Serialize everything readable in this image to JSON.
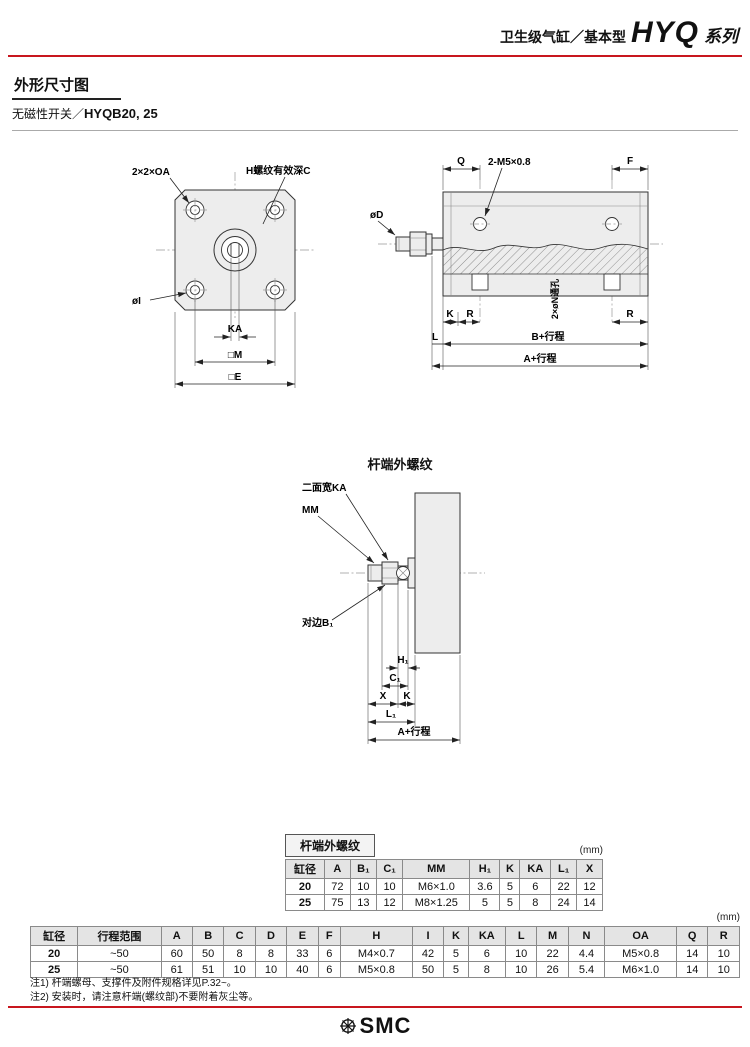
{
  "colors": {
    "accent_red": "#c8161e",
    "table_header_bg": "#e4e4e4"
  },
  "header": {
    "category": "卫生级气缸／基本型",
    "series": "HYQ",
    "series_suffix": "系列"
  },
  "section_title": "外形尺寸图",
  "subtitle": {
    "prefix": "无磁性开关／",
    "model": "HYQB20, 25"
  },
  "front_view": {
    "label_oa": "2×2×OA",
    "label_thread": "H螺纹有效深C",
    "label_i": "øI",
    "dim_ka": "KA",
    "dim_m": "□M",
    "dim_e": "□E"
  },
  "side_view": {
    "dim_q": "Q",
    "label_m5": "2-M5×0.8",
    "dim_f": "F",
    "label_d": "øD",
    "label_n": "2×øN通孔",
    "dim_k": "K",
    "dim_r_left": "R",
    "dim_r_right": "R",
    "dim_l": "L",
    "dim_b_stroke": "B+行程",
    "dim_a_stroke": "A+行程"
  },
  "rod_end_view": {
    "title": "杆端外螺纹",
    "label_ka": "二面宽KA",
    "label_mm": "MM",
    "label_b1": "对边B₁",
    "dim_h1": "H₁",
    "dim_c1": "C₁",
    "dim_x": "X",
    "dim_k": "K",
    "dim_l1": "L₁",
    "dim_a_stroke": "A+行程"
  },
  "table_rod_end": {
    "title": "杆端外螺纹",
    "unit": "(mm)",
    "headers": [
      "缸径",
      "A",
      "B₁",
      "C₁",
      "MM",
      "H₁",
      "K",
      "KA",
      "L₁",
      "X"
    ],
    "rows": [
      [
        "20",
        "72",
        "10",
        "10",
        "M6×1.0",
        "3.6",
        "5",
        "6",
        "22",
        "12"
      ],
      [
        "25",
        "75",
        "13",
        "12",
        "M8×1.25",
        "5",
        "5",
        "8",
        "24",
        "14"
      ]
    ]
  },
  "table_dimensions": {
    "unit": "(mm)",
    "headers": [
      "缸径",
      "行程范围",
      "A",
      "B",
      "C",
      "D",
      "E",
      "F",
      "H",
      "I",
      "K",
      "KA",
      "L",
      "M",
      "N",
      "OA",
      "Q",
      "R"
    ],
    "rows": [
      [
        "20",
        "~50",
        "60",
        "50",
        "8",
        "8",
        "33",
        "6",
        "M4×0.7",
        "42",
        "5",
        "6",
        "10",
        "22",
        "4.4",
        "M5×0.8",
        "14",
        "10"
      ],
      [
        "25",
        "~50",
        "61",
        "51",
        "10",
        "10",
        "40",
        "6",
        "M5×0.8",
        "50",
        "5",
        "8",
        "10",
        "26",
        "5.4",
        "M6×1.0",
        "14",
        "10"
      ]
    ]
  },
  "notes": {
    "note1": "注1) 杆端螺母、支撑件及附件规格详见P.32~。",
    "note2": "注2) 安装时，请注意杆端(螺纹部)不要附着灰尘等。"
  },
  "footer": {
    "logo": "SMC"
  }
}
